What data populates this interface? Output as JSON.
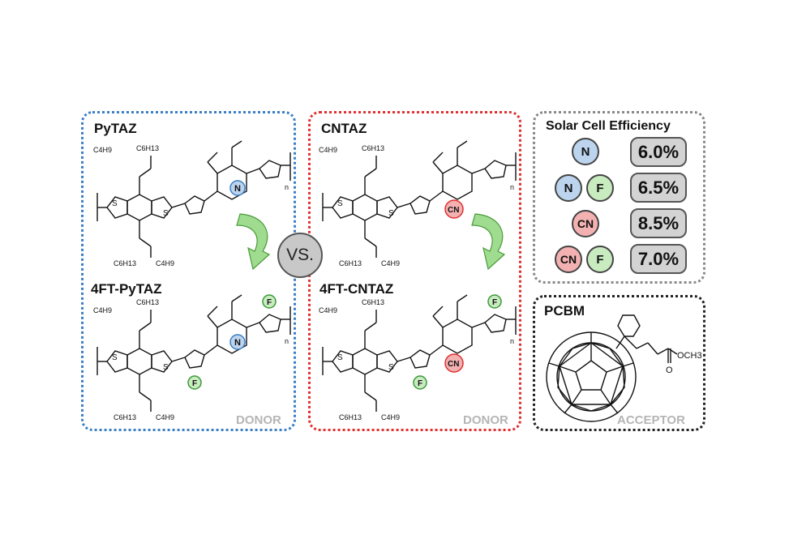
{
  "panels": {
    "left": {
      "top_title": "PyTAZ",
      "bottom_title": "4FT-PyTAZ",
      "role": "DONOR",
      "border_color": "#3b7fc4"
    },
    "middle": {
      "top_title": "CNTAZ",
      "bottom_title": "4FT-CNTAZ",
      "role": "DONOR",
      "border_color": "#e03030"
    },
    "efficiency": {
      "title": "Solar Cell Efficiency",
      "border_color": "#888888",
      "rows": [
        {
          "badges": [
            "N"
          ],
          "value": "6.0%"
        },
        {
          "badges": [
            "N",
            "F"
          ],
          "value": "6.5%"
        },
        {
          "badges": [
            "CN"
          ],
          "value": "8.5%"
        },
        {
          "badges": [
            "CN",
            "F"
          ],
          "value": "7.0%"
        }
      ]
    },
    "acceptor": {
      "title": "PCBM",
      "role": "ACCEPTOR",
      "ester_label": "OCH3",
      "border_color": "#222222"
    }
  },
  "vs_label": "VS.",
  "atom_labels": {
    "c6h13": "C6H13",
    "c4h9": "C4H9",
    "s": "S",
    "n": "N",
    "f": "F",
    "cn": "CN",
    "repeat": "n",
    "o": "O"
  },
  "colors": {
    "n_badge": "#bcd4ee",
    "f_badge": "#c9ebc0",
    "cn_badge": "#f4b1b1",
    "arrow": "#9fdc8f",
    "box_fill": "#d3d3d3"
  },
  "icons": {
    "arrow": "curved-down-arrow-icon",
    "fullerene": "fullerene-icon"
  }
}
